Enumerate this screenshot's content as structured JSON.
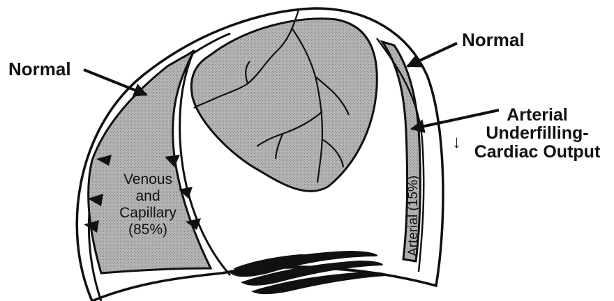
{
  "labels": {
    "normal_left": "Normal",
    "normal_right": "Normal",
    "arterial_line1": "Arterial",
    "arterial_line2": "Underfilling-",
    "arterial_line3": "Cardiac Output",
    "down_arrow": "↓",
    "venous_line1": "Venous",
    "venous_line2": "and",
    "venous_line3": "Capillary",
    "venous_line4": "(85%)",
    "arterial_compartment": "Arterial (15%)"
  },
  "colors": {
    "outline": "#111111",
    "shade": "#a8a8a8",
    "background": "#ffffff"
  }
}
